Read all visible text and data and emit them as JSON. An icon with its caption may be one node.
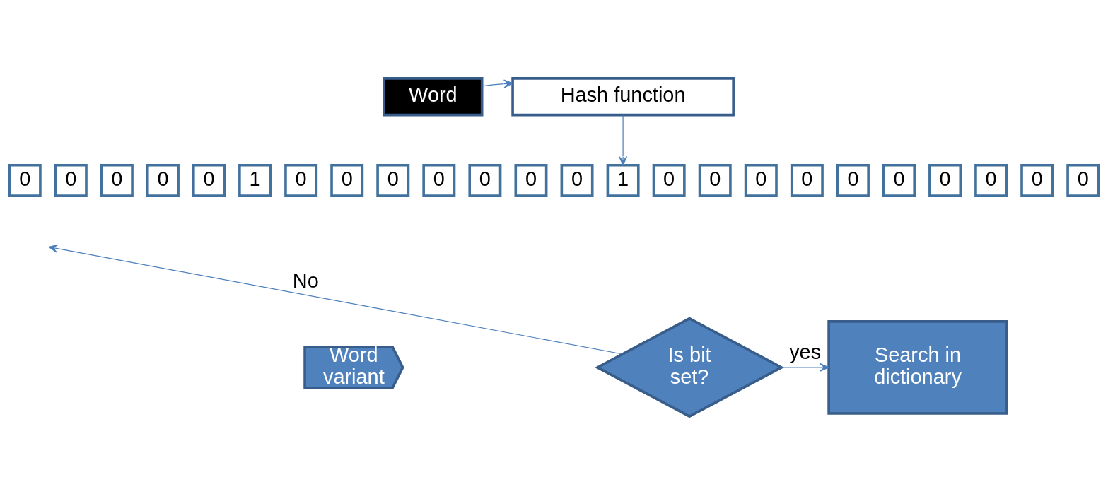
{
  "diagram": {
    "nodes": [
      {
        "text": [
          "Word"
        ]
      },
      {
        "text": [
          "Hash function"
        ]
      },
      {
        "text": [
          "0"
        ]
      },
      {
        "text": [
          "0"
        ]
      },
      {
        "text": [
          "0"
        ]
      },
      {
        "text": [
          "0"
        ]
      },
      {
        "text": [
          "0"
        ]
      },
      {
        "text": [
          "1"
        ]
      },
      {
        "text": [
          "0"
        ]
      },
      {
        "text": [
          "0"
        ]
      },
      {
        "text": [
          "0"
        ]
      },
      {
        "text": [
          "0"
        ]
      },
      {
        "text": [
          "0"
        ]
      },
      {
        "text": [
          "0"
        ]
      },
      {
        "text": [
          "0"
        ]
      },
      {
        "text": [
          "1"
        ]
      },
      {
        "text": [
          "0"
        ]
      },
      {
        "text": [
          "0"
        ]
      },
      {
        "text": [
          "0"
        ]
      },
      {
        "text": [
          "0"
        ]
      },
      {
        "text": [
          "0"
        ]
      },
      {
        "text": [
          "0"
        ]
      },
      {
        "text": [
          "0"
        ]
      },
      {
        "text": [
          "0"
        ]
      },
      {
        "text": [
          "0"
        ]
      },
      {
        "text": [
          "0"
        ]
      },
      {
        "text": [
          "Word variant"
        ]
      },
      {
        "text": [
          "Is bit set?"
        ]
      },
      {
        "text": [
          "Search in dictionary"
        ]
      }
    ],
    "edges": [
      {
        "from": 0,
        "to": 1,
        "arrow": "to"
      },
      {
        "from": 1,
        "to": 15,
        "arrow": "to"
      },
      {
        "from": 27,
        "to": 28,
        "arrow": "to",
        "label": "yes"
      },
      {
        "from": 27,
        "to": null,
        "arrow": "to",
        "label": "No"
      }
    ]
  }
}
